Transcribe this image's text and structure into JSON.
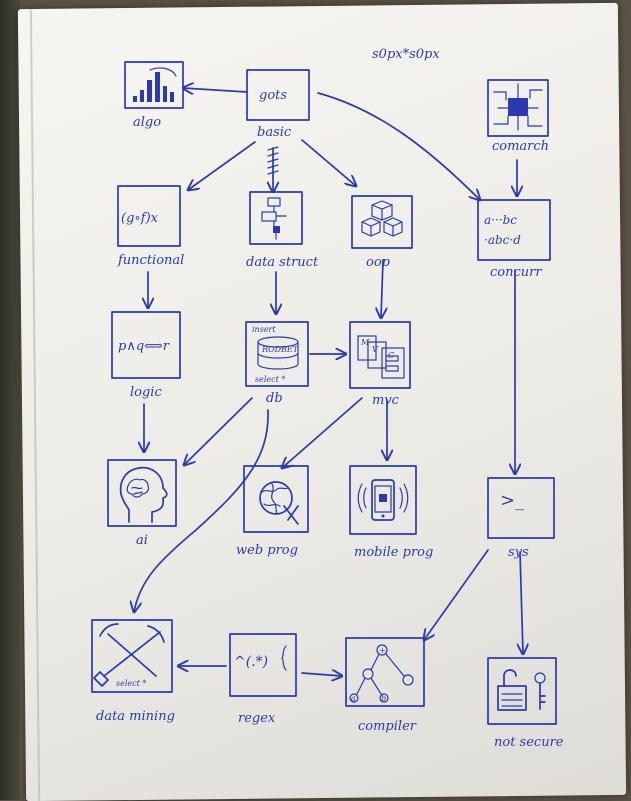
{
  "header_note": "s0px*s0px",
  "nodes": {
    "algo": "algo",
    "basic": "basic",
    "comarch": "comarch",
    "functional": "functional",
    "datastruct": "data struct",
    "oop": "oop",
    "concurr": "concurr",
    "logic": "logic",
    "db": "db",
    "mvc": "mvc",
    "ai": "ai",
    "webprog": "web prog",
    "mobileprog": "mobile prog",
    "sys": "sys",
    "datamining": "data mining",
    "regex": "regex",
    "compiler": "compiler",
    "notsecure": "not secure"
  },
  "icon_text": {
    "basic_box": "gots",
    "functional_box": "(g∘f)x",
    "logic_box": "p∧q⟺r",
    "db_insert": "insert",
    "db_cyl": "RODBET",
    "db_select": "select *",
    "regex_box": "^(.*)",
    "datamining_select": "select *",
    "concurr_row1": "a···bc",
    "concurr_row2": "·abc·d",
    "sys_prompt": ">_",
    "mvc_m": "M",
    "mvc_v": "V",
    "mvc_c": "C",
    "compiler_root": "+",
    "compiler_leaf1": "a",
    "compiler_leaf2": "b"
  },
  "colors": {
    "ink": "#2b3ab0",
    "paper": "#efeee9",
    "desk": "#5a5244"
  }
}
